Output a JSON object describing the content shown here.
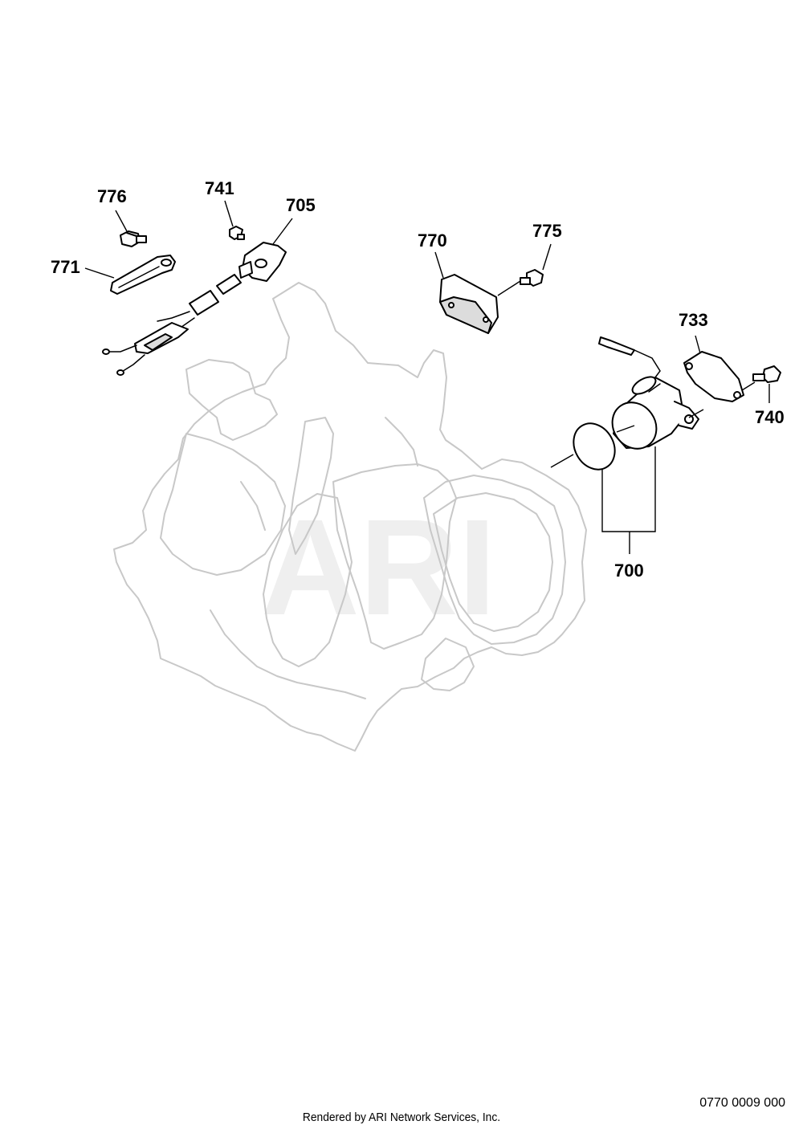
{
  "diagram": {
    "watermark": "ARI",
    "callouts": [
      {
        "id": "776",
        "label": "776"
      },
      {
        "id": "741",
        "label": "741"
      },
      {
        "id": "705",
        "label": "705"
      },
      {
        "id": "771",
        "label": "771"
      },
      {
        "id": "770",
        "label": "770"
      },
      {
        "id": "775",
        "label": "775"
      },
      {
        "id": "733",
        "label": "733"
      },
      {
        "id": "740",
        "label": "740"
      },
      {
        "id": "700",
        "label": "700"
      }
    ]
  },
  "footer": {
    "drawing_code": "0770 0009 000",
    "credit": "Rendered by ARI Network Services, Inc."
  }
}
